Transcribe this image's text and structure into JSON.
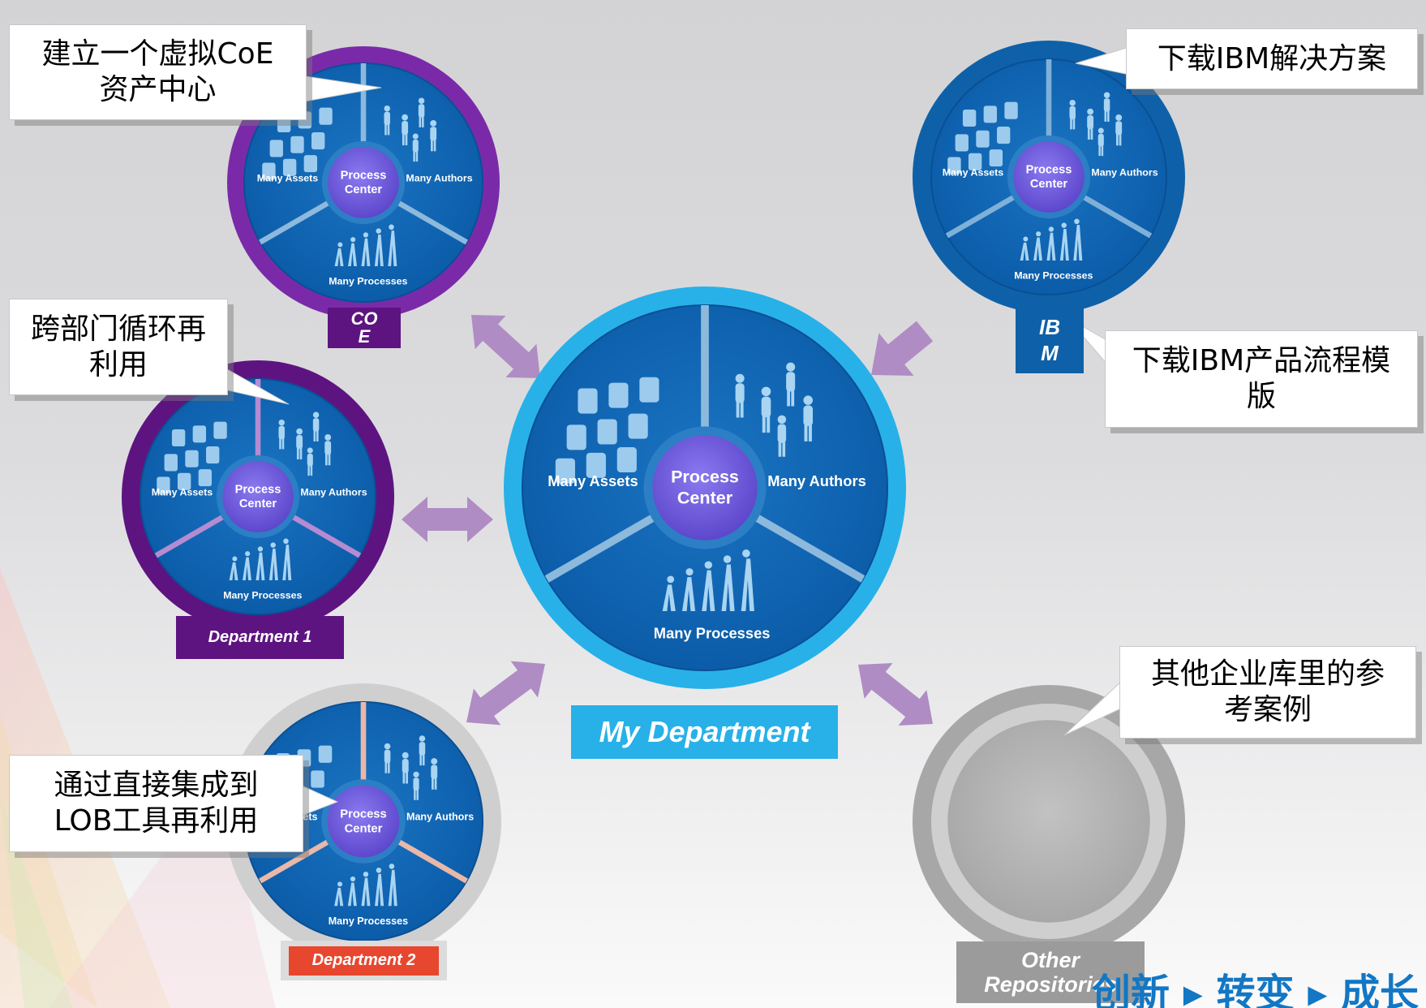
{
  "colors": {
    "main_ring": "#27b1e8",
    "wheel_fill": "#0d63b0",
    "hub": "#6a55d8",
    "purple_light": "#7a2aa8",
    "purple_dark": "#5d1480",
    "ibm_ring": "#0e61a8",
    "dept2_ring": "#cfcfcf",
    "other_ring": "#a7a7a7",
    "arrow": "#b08cc4",
    "dept2_tag": "#e8472f"
  },
  "wheel": {
    "assets": "Many Assets",
    "authors": "Many Authors",
    "processes": "Many Processes",
    "hub_line1": "Process",
    "hub_line2": "Center"
  },
  "labels": {
    "my_department": "My Department",
    "coe_line1": "CO",
    "coe_line2": "E",
    "ibm_line1": "IB",
    "ibm_line2": "M",
    "department1": "Department 1",
    "department2": "Department 2",
    "other_line1": "Other",
    "other_line2": "Repositories"
  },
  "callouts": {
    "coe": {
      "line1": "建立一个虚拟CoE",
      "line2": "资产中心"
    },
    "reuse": {
      "line1": "跨部门循环再",
      "line2": "利用"
    },
    "lob": {
      "line1": "通过直接集成到",
      "line2": "LOB工具再利用"
    },
    "ibm_solution": {
      "line1": "下载IBM解决方案"
    },
    "ibm_template": {
      "line1": "下载IBM产品流程模",
      "line2": "版"
    },
    "other": {
      "line1": "其他企业库里的参",
      "line2": "考案例"
    }
  },
  "slogan": "创新 ▸ 转变 ▸ 成长"
}
